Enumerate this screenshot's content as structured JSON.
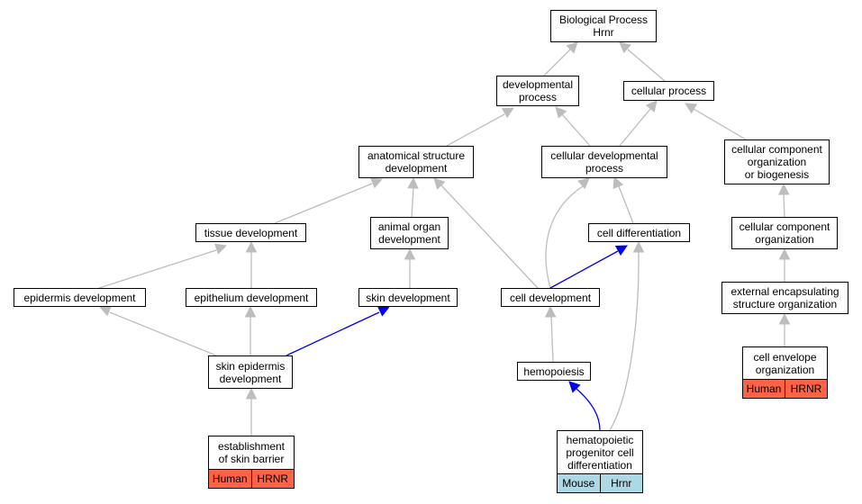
{
  "graph": {
    "nodes": [
      {
        "id": "bp",
        "label": "Biological Process\nHrnr"
      },
      {
        "id": "dev",
        "label": "developmental\nprocess"
      },
      {
        "id": "cell",
        "label": "cellular process"
      },
      {
        "id": "asd",
        "label": "anatomical structure\ndevelopment"
      },
      {
        "id": "cdp",
        "label": "cellular developmental\nprocess"
      },
      {
        "id": "ccob",
        "label": "cellular component\norganization\nor biogenesis"
      },
      {
        "id": "tis",
        "label": "tissue development"
      },
      {
        "id": "aod",
        "label": "animal organ\ndevelopment"
      },
      {
        "id": "cdiff",
        "label": "cell differentiation"
      },
      {
        "id": "cco",
        "label": "cellular component\norganization"
      },
      {
        "id": "epid",
        "label": "epidermis development"
      },
      {
        "id": "epit",
        "label": "epithelium development"
      },
      {
        "id": "skin",
        "label": "skin development"
      },
      {
        "id": "celldev",
        "label": "cell development"
      },
      {
        "id": "eeso",
        "label": "external encapsulating\nstructure organization"
      },
      {
        "id": "sed",
        "label": "skin epidermis\ndevelopment"
      },
      {
        "id": "hemo",
        "label": "hemopoiesis"
      },
      {
        "id": "ceo",
        "label": "cell envelope\norganization",
        "annotation": [
          "Human",
          "HRNR"
        ]
      },
      {
        "id": "esb",
        "label": "establishment\nof skin barrier",
        "annotation": [
          "Human",
          "HRNR"
        ]
      },
      {
        "id": "hpcd",
        "label": "hematopoietic\nprogenitor cell\ndifferentiation",
        "annotation": [
          "Mouse",
          "Hrnr"
        ]
      }
    ],
    "edges": [
      {
        "from": "dev",
        "to": "bp",
        "kind": "is_a"
      },
      {
        "from": "cell",
        "to": "bp",
        "kind": "is_a"
      },
      {
        "from": "asd",
        "to": "dev",
        "kind": "is_a"
      },
      {
        "from": "cdp",
        "to": "dev",
        "kind": "is_a"
      },
      {
        "from": "cdp",
        "to": "cell",
        "kind": "is_a"
      },
      {
        "from": "ccob",
        "to": "cell",
        "kind": "is_a"
      },
      {
        "from": "tis",
        "to": "asd",
        "kind": "is_a"
      },
      {
        "from": "aod",
        "to": "asd",
        "kind": "is_a"
      },
      {
        "from": "celldev",
        "to": "asd",
        "kind": "is_a"
      },
      {
        "from": "celldev",
        "to": "cdp",
        "kind": "is_a"
      },
      {
        "from": "cdiff",
        "to": "cdp",
        "kind": "is_a"
      },
      {
        "from": "cco",
        "to": "ccob",
        "kind": "is_a"
      },
      {
        "from": "epid",
        "to": "tis",
        "kind": "is_a"
      },
      {
        "from": "epit",
        "to": "tis",
        "kind": "is_a"
      },
      {
        "from": "skin",
        "to": "aod",
        "kind": "is_a"
      },
      {
        "from": "celldev",
        "to": "cdiff",
        "kind": "part_of"
      },
      {
        "from": "hpcd",
        "to": "cdiff",
        "kind": "is_a"
      },
      {
        "from": "eeso",
        "to": "cco",
        "kind": "is_a"
      },
      {
        "from": "sed",
        "to": "epid",
        "kind": "is_a"
      },
      {
        "from": "sed",
        "to": "epit",
        "kind": "is_a"
      },
      {
        "from": "sed",
        "to": "skin",
        "kind": "part_of"
      },
      {
        "from": "hemo",
        "to": "celldev",
        "kind": "is_a"
      },
      {
        "from": "ceo",
        "to": "eeso",
        "kind": "is_a"
      },
      {
        "from": "esb",
        "to": "sed",
        "kind": "is_a"
      },
      {
        "from": "hpcd",
        "to": "hemo",
        "kind": "part_of"
      }
    ]
  },
  "colors": {
    "is_a_edge": "#bdbdbd",
    "part_of_edge": "#0000ee",
    "human_annotation": "#ff6347",
    "mouse_annotation": "#add8e6"
  }
}
